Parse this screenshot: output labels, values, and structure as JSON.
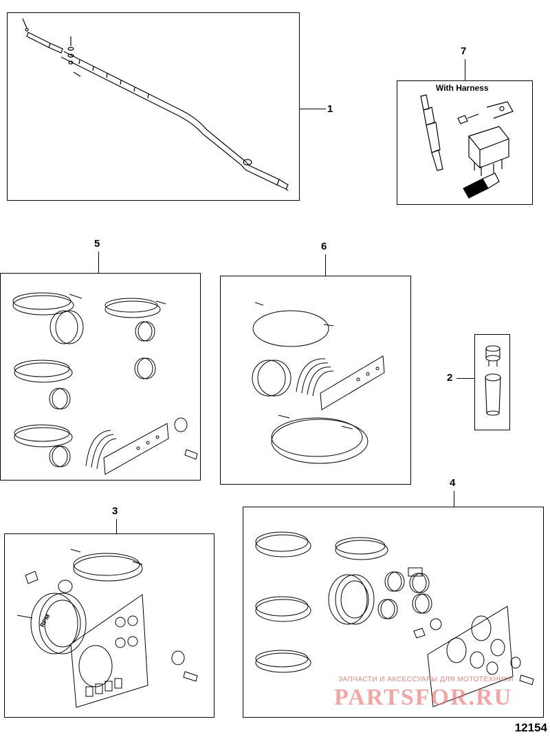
{
  "callouts": {
    "c1": "1",
    "c2": "2",
    "c3": "3",
    "c4": "4",
    "c5": "5",
    "c6": "6",
    "c7": "7"
  },
  "box7_caption": "With Harness",
  "gauge_label": "RPM",
  "watermark": {
    "line1": "ЗАПЧАСТИ И АКСЕССУАРЫ ДЛЯ МОТОТЕХНИКИ",
    "line2": "PARTSFOR.RU"
  },
  "figure_number": "12154",
  "colors": {
    "line": "#000000",
    "watermark": "#e86b6b"
  }
}
